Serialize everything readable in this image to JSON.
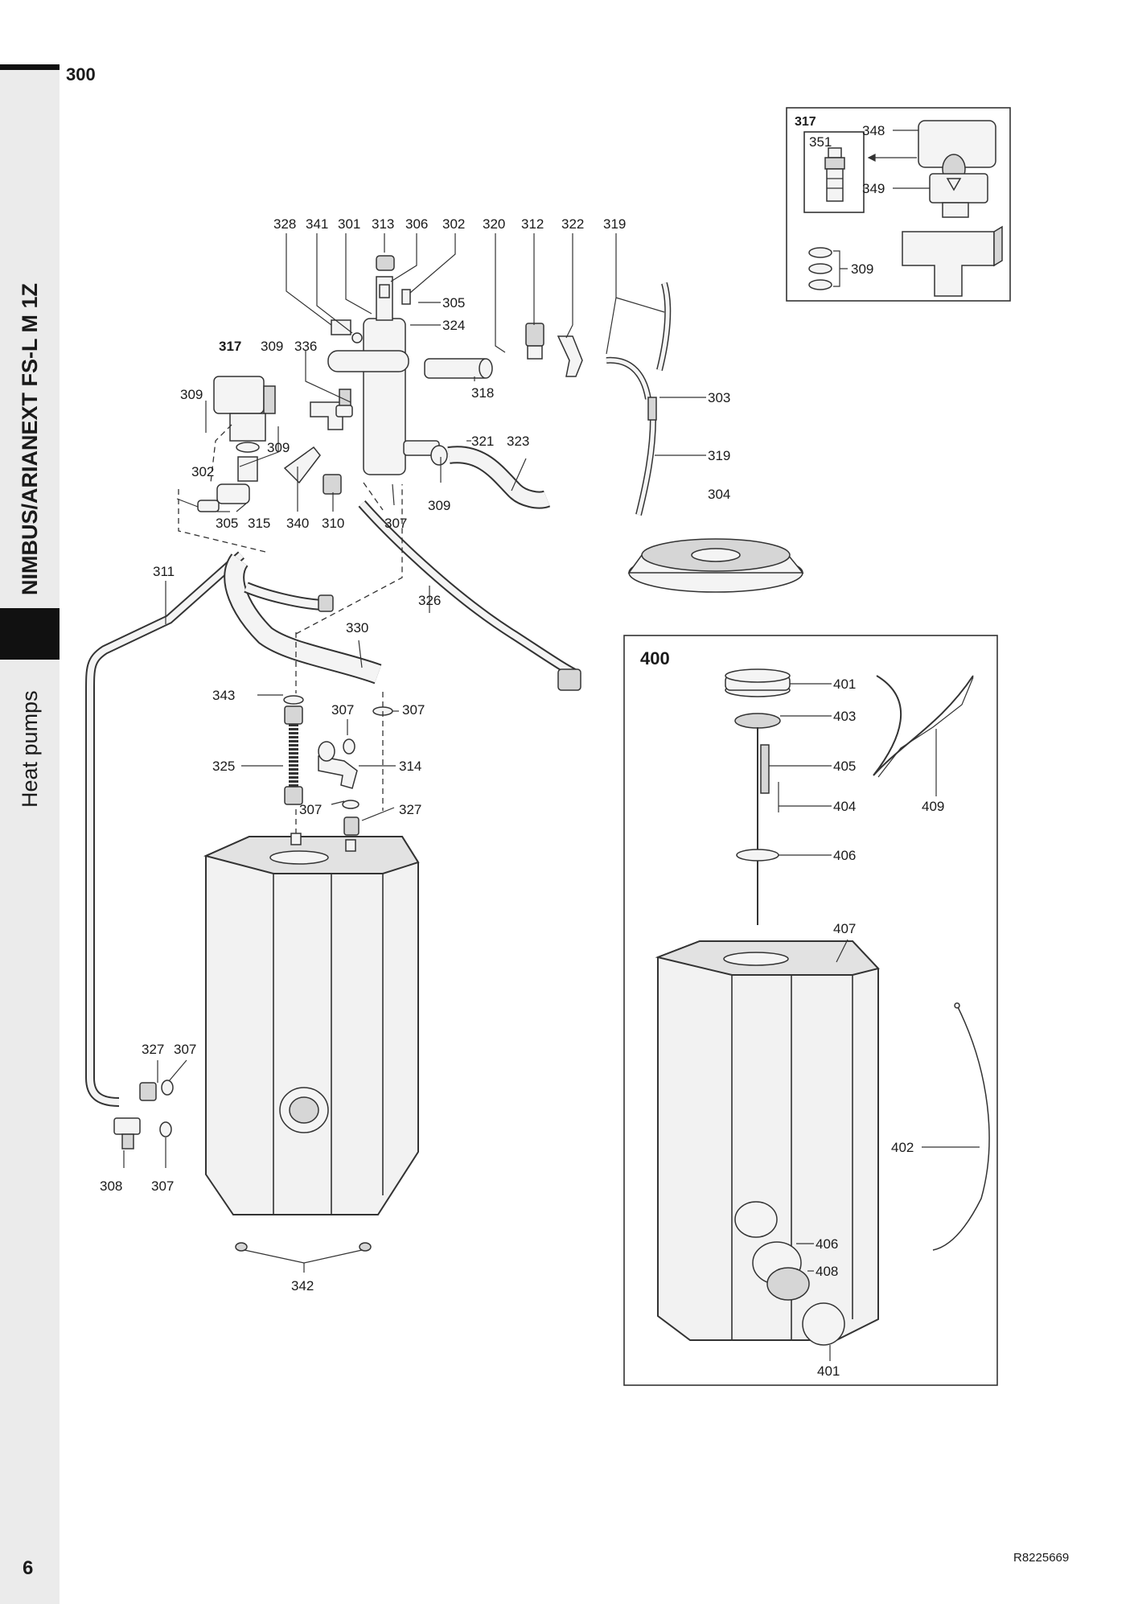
{
  "sidebar": {
    "title": "NIMBUS/ARIANEXT FS-L M 1Z",
    "category": "Heat pumps"
  },
  "section_number": "300",
  "page_number": "6",
  "document_ref": "R8225669",
  "inset_317": {
    "title": "317",
    "labels": [
      "348",
      "351",
      "349",
      "309"
    ]
  },
  "box_400": {
    "title": "400",
    "labels": [
      "401",
      "403",
      "405",
      "404",
      "406",
      "409",
      "407",
      "402",
      "406",
      "408",
      "401"
    ]
  },
  "main_labels": {
    "top_row": [
      "328",
      "341",
      "301",
      "313",
      "306",
      "302",
      "320",
      "312",
      "322",
      "319"
    ],
    "l305": "305",
    "l324": "324",
    "l317": "317",
    "l309a": "309",
    "l336": "336",
    "l318": "318",
    "l303": "303",
    "l309b": "309",
    "l309c": "309",
    "l321": "321",
    "l323": "323",
    "l319b": "319",
    "l302": "302",
    "l304": "304",
    "l309d": "309",
    "l305b": "305",
    "l315": "315",
    "l340": "340",
    "l310": "310",
    "l307a": "307",
    "l311": "311",
    "l326": "326",
    "l330": "330",
    "l343": "343",
    "l307b": "307",
    "l307c": "307",
    "l325": "325",
    "l314": "314",
    "l307d": "307",
    "l327a": "327",
    "l327b": "327",
    "l307e": "307",
    "l308": "308",
    "l307f": "307",
    "l342": "342"
  }
}
